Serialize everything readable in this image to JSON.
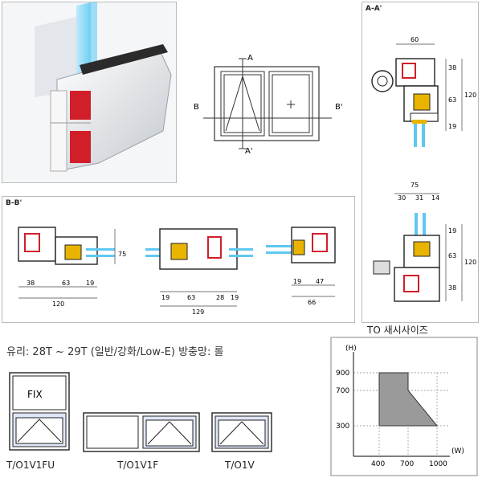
{
  "section_labels": {
    "aa": "A-A'",
    "bb": "B-B'"
  },
  "elevation": {
    "a_top": "A",
    "a_bottom": "A'",
    "b_left": "B",
    "b_right": "B'"
  },
  "aa_dims": {
    "d60": "60",
    "d38a": "38",
    "d63": "63",
    "d19": "19",
    "d120": "120",
    "d75": "75",
    "d30": "30",
    "d31": "31",
    "d14": "14",
    "d19b": "19",
    "d63b": "63",
    "d38b": "38",
    "d120b": "120"
  },
  "bb_dims": {
    "d75": "75",
    "d38": "38",
    "d63": "63",
    "d19": "19",
    "d120": "120",
    "m19a": "19",
    "m63": "63",
    "m28": "28",
    "m19b": "19",
    "m129": "129",
    "r19": "19",
    "r47": "47",
    "r66": "66"
  },
  "glass_note": "유리: 28T ~ 29T (일반/강화/Low-E)  방충망: 롤",
  "chart_data": {
    "type": "area",
    "title": "TO 새시사이즈",
    "xlabel": "(W)",
    "ylabel": "(H)",
    "x_ticks": [
      "400",
      "700",
      "1000"
    ],
    "y_ticks": [
      "300",
      "700",
      "900"
    ],
    "xlim": [
      400,
      1000
    ],
    "ylim": [
      300,
      900
    ],
    "polygon": [
      [
        400,
        300
      ],
      [
        400,
        900
      ],
      [
        700,
        900
      ],
      [
        700,
        700
      ],
      [
        1000,
        300
      ]
    ],
    "fill": "#9a9a9a"
  },
  "window_types": [
    {
      "code": "T/O1V1FU",
      "fix_label": "FIX"
    },
    {
      "code": "T/O1V1F"
    },
    {
      "code": "T/O1V"
    }
  ],
  "colors": {
    "frame": "#cfd3d8",
    "reinforcement": "#d11f2a",
    "glass": "#5fc8f0",
    "gasket": "#e8b400"
  }
}
